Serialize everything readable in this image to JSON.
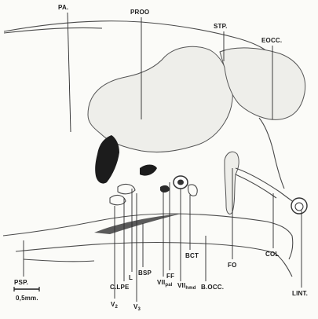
{
  "labels": {
    "pa": "PA.",
    "proo": "PROO",
    "stp": "STP.",
    "eocc": "EOCC.",
    "psp": "PSP.",
    "scale": "0,5mm.",
    "v2_main": "V",
    "v2_sub": "2",
    "clpe": "C.LPE",
    "l": "L",
    "v3_main": "V",
    "v3_sub": "3",
    "bsp": "BSP",
    "vii_pal_main": "VII",
    "vii_pal_sub": "pal",
    "ff": "FF",
    "vii_hmd_main": "VII",
    "vii_hmd_sub": "hmd",
    "bct": "BCT",
    "bocc": "B.OCC.",
    "fo": "FO",
    "col": "COL",
    "lint": "LINT."
  },
  "colors": {
    "ink": "#1a1a1a",
    "dark_fill": "#1c1c1c",
    "bone_fill": "#eeeeea",
    "background": "#fbfbf8"
  }
}
